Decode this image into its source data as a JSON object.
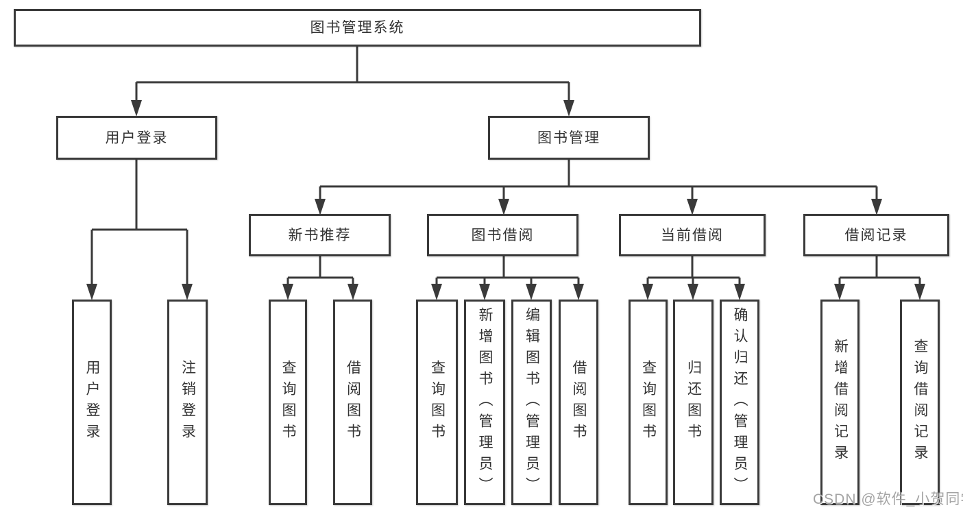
{
  "diagram": {
    "root_label": "图书管理系统",
    "user_login": {
      "label": "用户登录",
      "children": [
        "用户登录",
        "注销登录"
      ]
    },
    "book_mgmt": {
      "label": "图书管理"
    },
    "new_books": {
      "label": "新书推荐",
      "children": [
        "查询图书",
        "借阅图书"
      ]
    },
    "book_borrow": {
      "label": "图书借阅",
      "children": [
        "查询图书",
        "新增图书（管理员）",
        "编辑图书（管理员）",
        "借阅图书"
      ]
    },
    "current_borrow": {
      "label": "当前借阅",
      "children": [
        "查询图书",
        "归还图书",
        "确认归还（管理员）"
      ]
    },
    "borrow_records": {
      "label": "借阅记录",
      "children": [
        "新增借阅记录",
        "查询借阅记录"
      ]
    }
  },
  "watermark": "CSDN @软件_小贺同学",
  "colors": {
    "line": "#3a3a3a",
    "text": "#333333",
    "watermark": "#949494",
    "background": "#ffffff"
  }
}
